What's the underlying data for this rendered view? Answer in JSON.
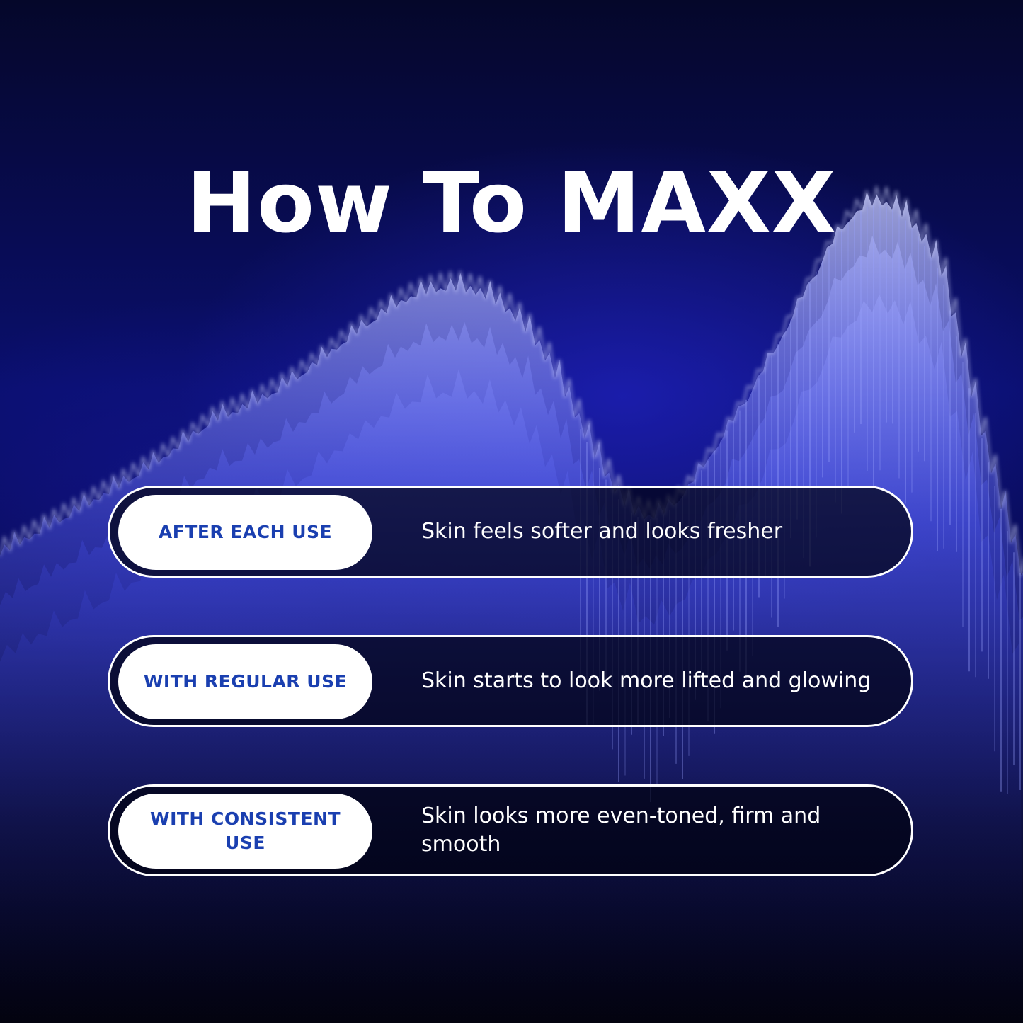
{
  "title": "How To MAXX",
  "rows": [
    {
      "label": "AFTER EACH USE",
      "description": "Skin feels softer and looks fresher"
    },
    {
      "label": "WITH REGULAR USE",
      "description": "Skin starts to look more lifted and glowing"
    },
    {
      "label": "WITH CONSISTENT USE",
      "description": "Skin looks more even-toned, firm and smooth"
    }
  ],
  "colors": {
    "background": "#04051c",
    "accent_blue": "#1a3fb0",
    "wave": "#6f7bff",
    "text": "#ffffff"
  }
}
